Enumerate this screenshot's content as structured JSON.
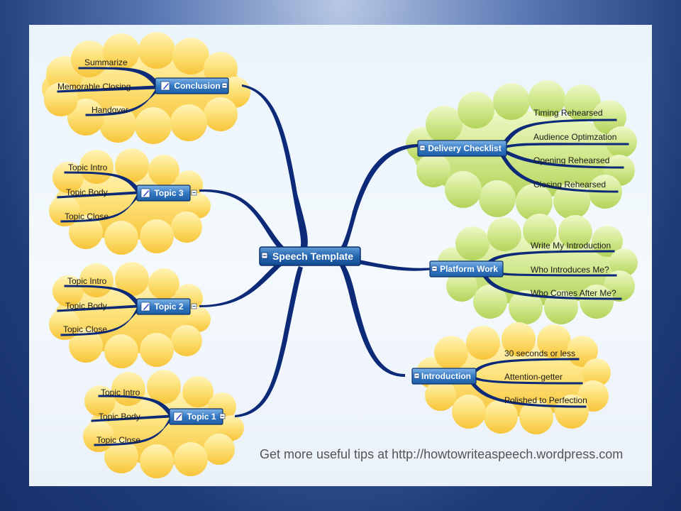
{
  "center": {
    "label": "Speech Template"
  },
  "footer": {
    "text": "Get more useful tips at http://howtowriteaspeech.wordpress.com"
  },
  "colors": {
    "yellow_cloud": "#fcd34d",
    "green_cloud": "#c5e07a",
    "node_blue": "#2a6fb6",
    "branch": "#0d2a78"
  },
  "left_nodes": [
    {
      "label": "Conclusion",
      "icon": "pencil-icon",
      "items": [
        "Summarize",
        "Memorable Closing",
        "Handover"
      ]
    },
    {
      "label": "Topic 3",
      "icon": "pencil-icon",
      "items": [
        "Topic Intro",
        "Topic Body",
        "Topic Close"
      ]
    },
    {
      "label": "Topic 2",
      "icon": "pencil-icon",
      "items": [
        "Topic Intro",
        "Topic Body",
        "Topic Close"
      ]
    },
    {
      "label": "Topic 1",
      "icon": "pencil-icon",
      "items": [
        "Topic Intro",
        "Topic Body",
        "Topic Close"
      ]
    }
  ],
  "right_nodes": [
    {
      "label": "Delivery Checklist",
      "items": [
        "Timing Rehearsed",
        "Audience Optimzation",
        "Opening Rehearsed",
        "Closing Rehearsed"
      ]
    },
    {
      "label": "Platform Work",
      "items": [
        "Write My Introduction",
        "Who Introduces Me?",
        "Who Comes After Me?"
      ]
    },
    {
      "label": "Introduction",
      "items": [
        "30 seconds or less",
        "Attention-getter",
        "Polished to Perfection"
      ]
    }
  ]
}
